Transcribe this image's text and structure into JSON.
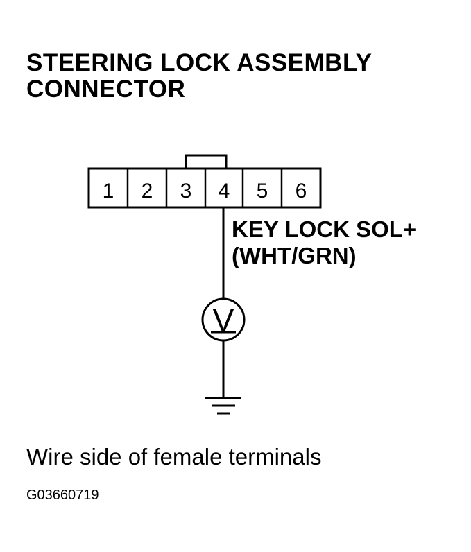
{
  "title": {
    "line1": "STEERING LOCK ASSEMBLY",
    "line2": "CONNECTOR"
  },
  "connector": {
    "terminals": [
      "1",
      "2",
      "3",
      "4",
      "5",
      "6"
    ]
  },
  "wire_label": {
    "line1": "KEY LOCK SOL+",
    "line2": "(WHT/GRN)"
  },
  "meter": {
    "symbol": "V"
  },
  "caption": "Wire side of female terminals",
  "figure_id": "G03660719"
}
